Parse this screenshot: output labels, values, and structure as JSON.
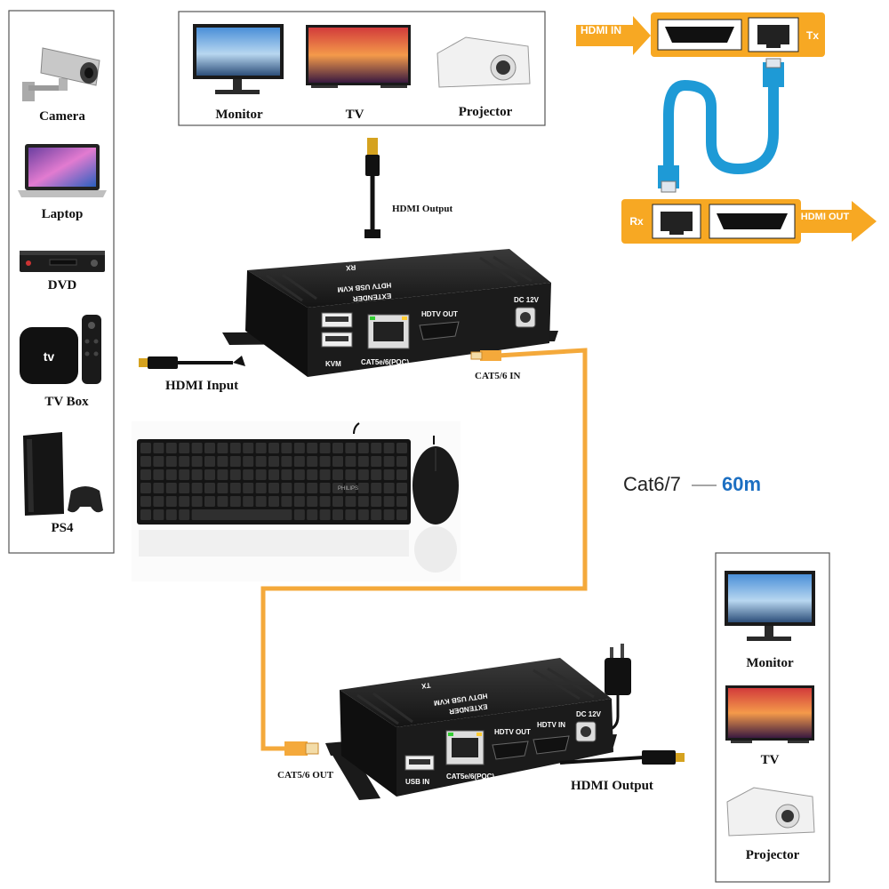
{
  "sources": {
    "items": [
      {
        "label": "Camera",
        "icon": "camera-icon"
      },
      {
        "label": "Laptop",
        "icon": "laptop-icon"
      },
      {
        "label": "DVD",
        "icon": "dvd-player-icon"
      },
      {
        "label": "TV Box",
        "icon": "tv-box-icon"
      },
      {
        "label": "PS4",
        "icon": "game-console-icon"
      }
    ]
  },
  "displays_top": {
    "items": [
      {
        "label": "Monitor",
        "icon": "monitor-icon"
      },
      {
        "label": "TV",
        "icon": "tv-icon"
      },
      {
        "label": "Projector",
        "icon": "projector-icon"
      }
    ]
  },
  "displays_bottom": {
    "items": [
      {
        "label": "Monitor",
        "icon": "monitor-icon"
      },
      {
        "label": "TV",
        "icon": "tv-icon"
      },
      {
        "label": "Projector",
        "icon": "projector-icon"
      }
    ]
  },
  "rx_unit": {
    "badge": "RX",
    "name_line1": "HDTV USB KVM",
    "name_line2": "EXTENDER",
    "port_kvm": "KVM",
    "port_cat": "CAT5e/6(POC)",
    "port_hdmi": "HDTV OUT",
    "port_dc": "DC 12V",
    "hdmi_output_label": "HDMI Output",
    "hdmi_input_label": "HDMI Input",
    "cat_in_label": "CAT5/6 IN"
  },
  "tx_unit": {
    "badge": "TX",
    "name_line1": "HDTV USB KVM",
    "name_line2": "EXTENDER",
    "port_usb": "USB IN",
    "port_cat": "CAT5e/6(POC)",
    "port_hdmi_out": "HDTV OUT",
    "port_hdmi_in": "HDTV IN",
    "port_dc": "DC 12V",
    "hdmi_output_label": "HDMI Output",
    "cat_out_label": "CAT5/6 OUT"
  },
  "peripherals": {
    "keyboard_brand": "PHILIPS"
  },
  "cable": {
    "type": "Cat6/7",
    "distance": "60m"
  },
  "legend": {
    "hdmi_in": "HDMI IN",
    "tx": "Tx",
    "rx": "Rx",
    "hdmi_out": "HDMI OUT"
  },
  "colors": {
    "cable_orange": "#f4a93b",
    "legend_orange": "#f7a823",
    "ethernet_blue": "#1e9ad6",
    "distance_blue": "#1c6fc2",
    "device_black": "#1a1a1a"
  }
}
